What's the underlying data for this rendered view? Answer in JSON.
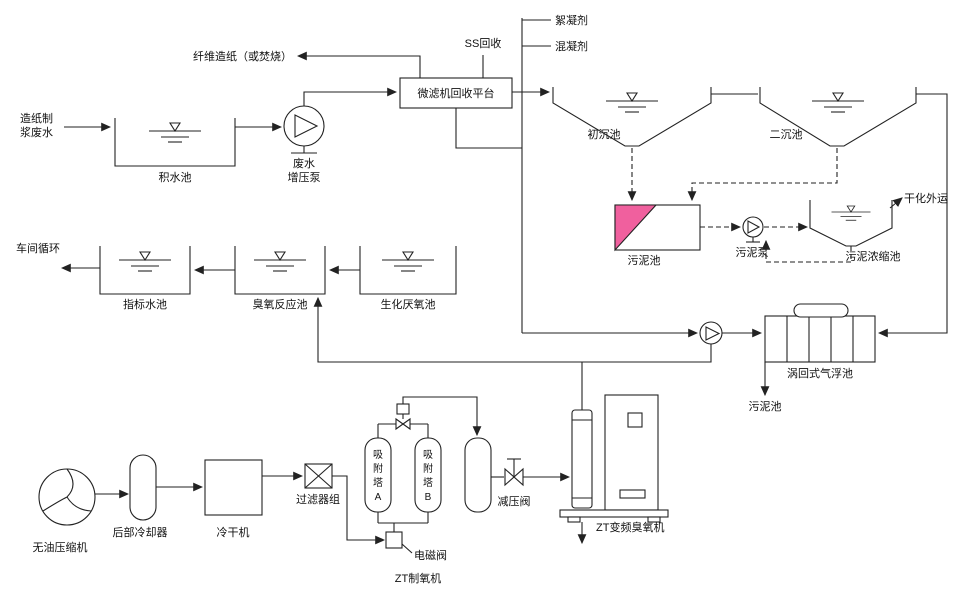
{
  "colors": {
    "line": "#222222",
    "sludge_highlight": "#f0609e",
    "background": "#ffffff"
  },
  "labels": {
    "feed": [
      "造纸制",
      "浆废水"
    ],
    "collection_tank": "积水池",
    "booster_pump": [
      "废水",
      "增压泵"
    ],
    "microfilter": "微滤机回收平台",
    "fiber_paper": "纤维造纸（或焚烧）",
    "ss_recovery": "SS回收",
    "flocculant": "絮凝剂",
    "coagulant": "混凝剂",
    "primary_sed": "初沉池",
    "secondary_sed": "二沉池",
    "sludge_tank": "污泥池",
    "sludge_pump": "污泥泵",
    "thickener": "污泥浓缩池",
    "dried_out": "干化外运",
    "workshop": "车间循环",
    "indicator": "指标水池",
    "ozone_tank": "臭氧反应池",
    "anaerobic": "生化厌氧池",
    "flotation": "涡回式气浮池",
    "flotation_sludge": "污泥池",
    "compressor": "无油压缩机",
    "cooler": "后部冷却器",
    "dryer": "冷干机",
    "filter": "过滤器组",
    "tower_a": [
      "吸",
      "附",
      "塔",
      "A"
    ],
    "tower_b": [
      "吸",
      "附",
      "塔",
      "B"
    ],
    "solenoid": "电磁阀",
    "oxygen_machine": "ZT制氧机",
    "prv": "减压阀",
    "ozone_machine": "ZT变频臭氧机"
  }
}
